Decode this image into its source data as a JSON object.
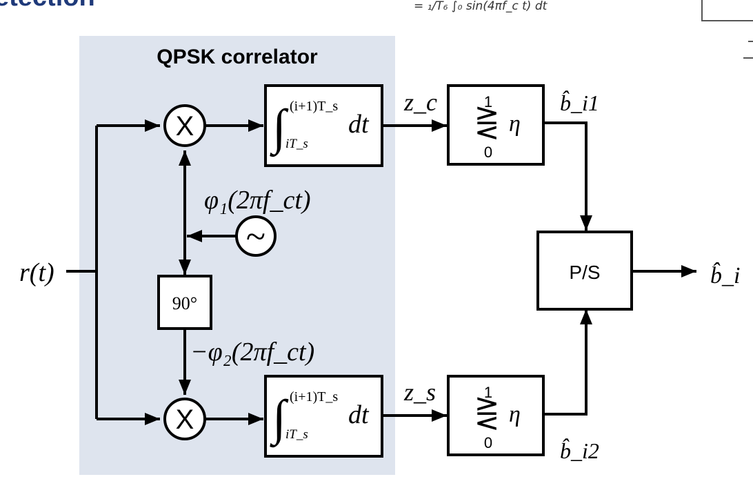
{
  "slide": {
    "title_fragment": "etection",
    "note_fragment": "= ₁/T₆ ∫₀ sin(4πf_c t) dt"
  },
  "correlator": {
    "title": "QPSK correlator"
  },
  "signals": {
    "input": "r(t)",
    "phi1": "φ₁(2πf_ct)",
    "phi2": "−φ₂(2πf_ct)",
    "zc": "z_c",
    "zs": "z_s",
    "bi1": "b̂_i1",
    "bi2": "b̂_i2",
    "bi": "b̂_i"
  },
  "blocks": {
    "multiplier_symbol": "X",
    "oscillator_symbol": "~",
    "phase_shift": "90°",
    "integral_upper": "(i+1)T_s",
    "integral_lower": "iT_s",
    "integral_dt": "dt",
    "threshold_top": "1",
    "threshold_bottom": "0",
    "threshold_eta": "η",
    "ps_label": "P/S"
  },
  "colors": {
    "correlator_bg": "#dee4ee",
    "title_blue": "#1f3a7a",
    "line": "#000000"
  }
}
